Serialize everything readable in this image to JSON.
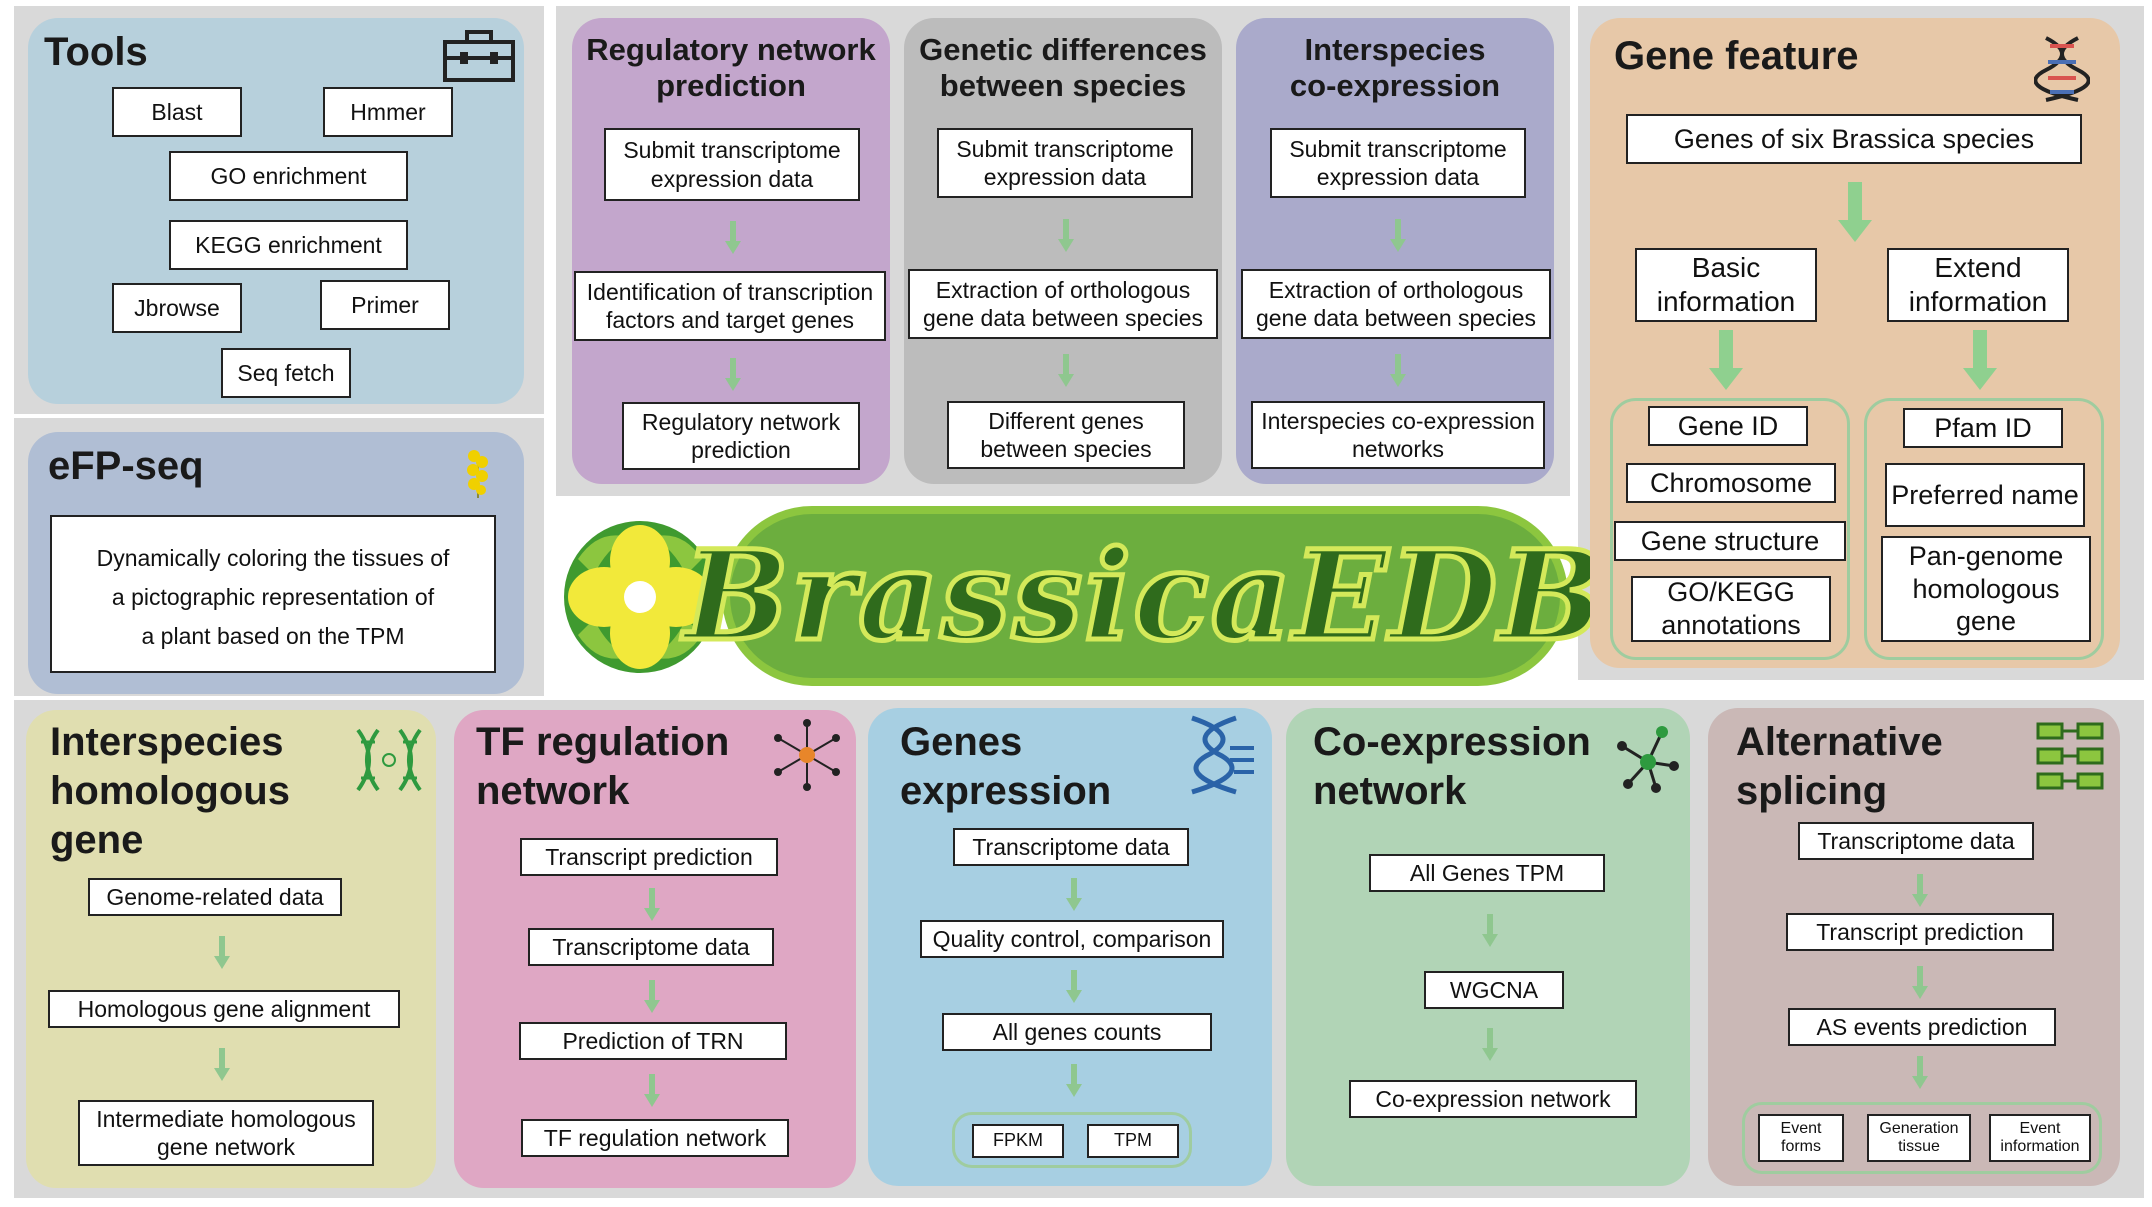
{
  "logo": {
    "text": "BrassicaEDB"
  },
  "tools": {
    "title": "Tools",
    "items": [
      "Blast",
      "Hmmer",
      "GO enrichment",
      "KEGG enrichment",
      "Jbrowse",
      "Primer",
      "Seq fetch"
    ]
  },
  "efp": {
    "title": "eFP-seq",
    "description": [
      "Dynamically coloring the tissues of",
      "a pictographic representation of",
      "a plant based on the TPM"
    ]
  },
  "regulatory": {
    "title": [
      "Regulatory network",
      "prediction"
    ],
    "steps": [
      "Submit transcriptome expression data",
      "Identification of transcription factors and target genes",
      "Regulatory network prediction"
    ]
  },
  "genetic": {
    "title": [
      "Genetic differences",
      "between species"
    ],
    "steps": [
      "Submit transcriptome expression data",
      "Extraction of orthologous gene data between species",
      "Different genes between species"
    ]
  },
  "interco": {
    "title": [
      "Interspecies",
      "co-expression"
    ],
    "steps": [
      "Submit transcriptome expression data",
      "Extraction of orthologous gene data between species",
      "Interspecies co-expression networks"
    ]
  },
  "gene_feature": {
    "title": "Gene feature",
    "source": "Genes of  six Brassica species",
    "basic": "Basic information",
    "extend": "Extend information",
    "basic_items": [
      "Gene ID",
      "Chromosome",
      "Gene structure",
      "GO/KEGG annotations"
    ],
    "extend_items": [
      "Pfam ID",
      "Preferred name",
      "Pan-genome homologous gene"
    ]
  },
  "homologous": {
    "title": [
      "Interspecies",
      "homologous",
      "gene"
    ],
    "steps": [
      "Genome-related data",
      "Homologous gene alignment",
      "Intermediate homologous gene network"
    ]
  },
  "tf": {
    "title": [
      "TF regulation",
      "network"
    ],
    "steps": [
      "Transcript prediction",
      "Transcriptome data",
      "Prediction of TRN",
      "TF regulation network"
    ]
  },
  "genes_expr": {
    "title": [
      "Genes",
      "expression"
    ],
    "steps": [
      "Transcriptome data",
      "Quality control, comparison",
      "All genes counts"
    ],
    "outputs": [
      "FPKM",
      "TPM"
    ]
  },
  "coexpr": {
    "title": [
      "Co-expression",
      "network"
    ],
    "steps": [
      "All Genes TPM",
      "WGCNA",
      "Co-expression network"
    ]
  },
  "splicing": {
    "title": [
      "Alternative",
      "splicing"
    ],
    "steps": [
      "Transcriptome data",
      "Transcript prediction",
      "AS events prediction"
    ],
    "outputs": [
      "Event forms",
      "Generation tissue",
      "Event information"
    ]
  },
  "colors": {
    "tools_bg": "#b7d0dc",
    "efp_bg": "#b0bed4",
    "regulatory_bg": "#c3a6cc",
    "genetic_bg": "#bcbcbc",
    "interco_bg": "#aaaacb",
    "gene_feature_bg": "#e7c8a8",
    "homologous_bg": "#e0deb0",
    "tf_bg": "#dfa7c4",
    "genes_expr_bg": "#a7cfe2",
    "coexpr_bg": "#b1d4b6",
    "splicing_bg": "#cab8b6",
    "arrow": "#8fc78f",
    "logo_green": "#8cc63f"
  }
}
